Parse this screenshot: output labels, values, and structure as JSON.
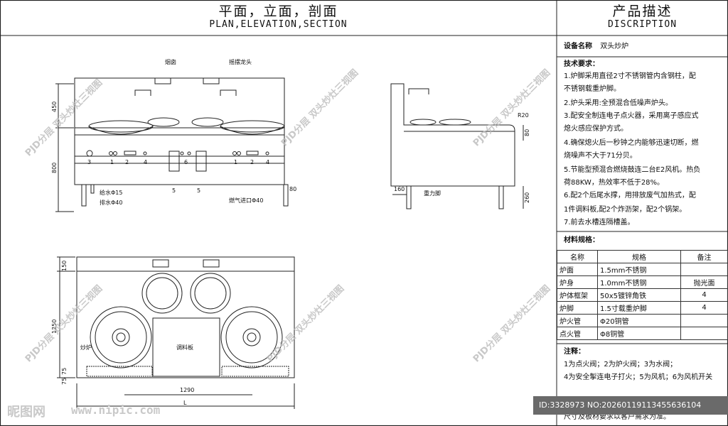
{
  "header": {
    "left_cn": "平面，立面，剖面",
    "left_en": "PLAN,ELEVATION,SECTION",
    "right_cn": "产品描述",
    "right_en": "DISCRIPTION"
  },
  "description": {
    "device_label": "设备名称",
    "device_name": "双头炒炉",
    "tech_title": "技术要求：",
    "lines": [
      "1.炉脚采用直径2寸不锈钢管内含钢柱，配",
      "不锈钢载重炉脚。",
      "2.炉头采用:全预混合低噪声炉头。",
      "3.配安全制连电子点火器，采用离子感应式",
      "熄火感应保护方式。",
      "4.确保熄火后一秒钟之内能够迅速切断，燃",
      "烧噪声不大于71分贝。",
      "5.节能型预混合燃烧鼓连二台E2风机。热负",
      "荷88KW，热效率不低于28%。",
      "6.配2个后尾水撑，用排放废气加热式，配",
      "1件调料板,配2个炸沥架，配2个锅架。",
      "7.前去水槽连隔槽盖。"
    ],
    "materials_title": "材料规格：",
    "table_header": [
      "名称",
      "规格",
      "备注"
    ],
    "table_rows": [
      [
        "炉面",
        "1.5mm不锈钢",
        ""
      ],
      [
        "炉身",
        "1.0mm不锈钢",
        "抛光面"
      ],
      [
        "炉体框架",
        "50x5镀锌角铁",
        "4"
      ],
      [
        "炉脚",
        "1.5寸载重炉脚",
        "4"
      ],
      [
        "炉火管",
        "Φ20铜管",
        ""
      ],
      [
        "点火管",
        "Φ8铜管",
        ""
      ]
    ],
    "notes_title": "注释：",
    "notes": [
      "1为点火阀；2为炉火阀；3为水阀；",
      "4为安全掣连电子打火；5为风机；6为风机开关",
      "尺寸及板材要求以客户需求为准。"
    ]
  },
  "drawing": {
    "labels": {
      "chimney": "烟囱",
      "faucet": "摇摆龙头",
      "water_in": "给水Φ15",
      "water_out": "排水Φ40",
      "gas_in": "燃气进口Φ40",
      "heavy_foot": "重力脚",
      "wok": "炒炉",
      "tray": "调料板"
    },
    "dims": {
      "d450": "450",
      "d800": "800",
      "d80a": "80",
      "d80b": "80",
      "d160": "160",
      "d260": "260",
      "r20": "R20",
      "d150": "150",
      "d1250": "1250",
      "d75a": "75",
      "d75b": "75",
      "d1290": "1290",
      "dL": "L"
    },
    "knobs": [
      "3",
      "1",
      "2",
      "4",
      "6",
      "1",
      "2",
      "4"
    ],
    "fans": [
      "5",
      "5"
    ]
  },
  "watermark": {
    "text": "PJD分层 双头炒灶三视图",
    "site_logo": "昵图网",
    "site_url": "www.nipic.com",
    "id_text": "ID:3328973 NO:20260119113455636104"
  }
}
